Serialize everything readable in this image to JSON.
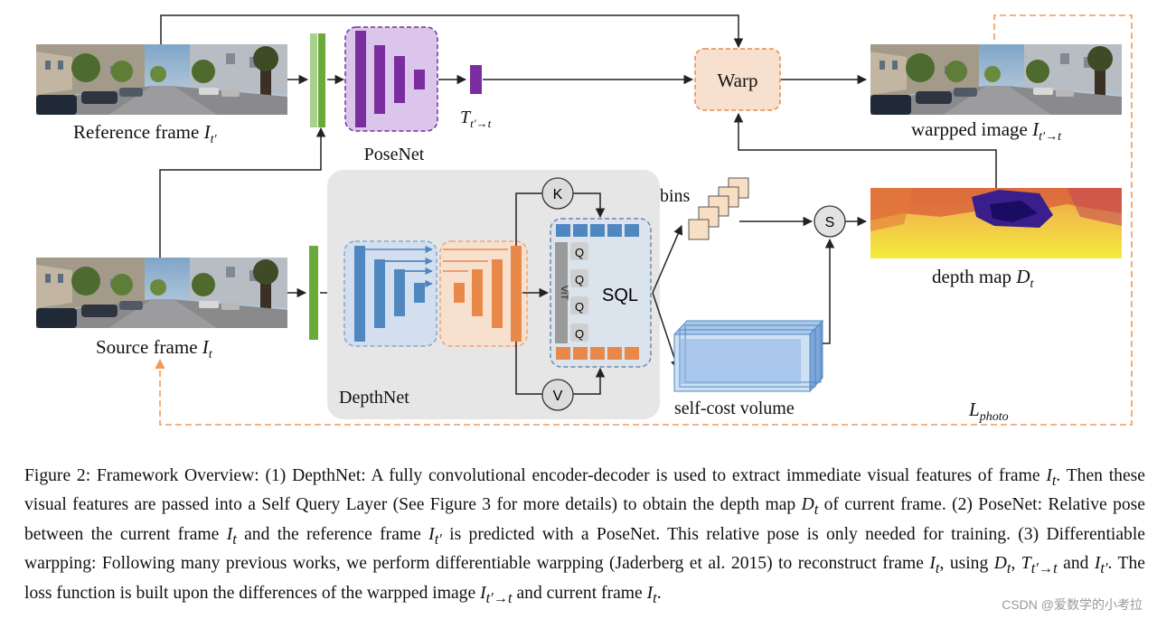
{
  "diagram": {
    "reference_label_text": "Reference frame ",
    "reference_label_sym": "I",
    "reference_label_sub": "t′",
    "source_label_text": "Source frame ",
    "source_label_sym": "I",
    "source_label_sub": "t",
    "posenet_label": "PoseNet",
    "pose_symbol": "T",
    "pose_sub": "t′→t",
    "warp_label": "Warp",
    "warped_label_text": "warpped image ",
    "warped_label_sym": "I",
    "warped_label_sub": "t′→t",
    "depthnet_label": "DepthNet",
    "k_label": "K",
    "v_label": "V",
    "q_label": "Q",
    "vit_label": "ViT",
    "sql_label": "SQL",
    "bins_label": "bins",
    "s_label": "S",
    "cost_volume_label": "self-cost volume",
    "depth_label_text": "depth map ",
    "depth_label_sym": "D",
    "depth_label_sub": "t",
    "loss_sym": "L",
    "loss_sub": "photo"
  },
  "caption": {
    "p1": "Figure 2: Framework Overview: (1) DepthNet: A fully convolutional encoder-decoder is used to extract immediate visual features of frame ",
    "p2": ". Then these visual features are passed into a Self Query Layer (See Figure 3 for more details) to obtain the depth map ",
    "p3": " of current frame. (2) PoseNet: Relative pose between the current frame ",
    "p4": " and the reference frame ",
    "p5": " is predicted with a PoseNet. This relative pose is only needed for training. (3) Differentiable warpping: Following many previous works, we perform differentiable warpping (Jaderberg et al. 2015) to reconstruct frame ",
    "p6": ", using ",
    "p7": ", ",
    "p8": " and ",
    "p9": ". The loss function is built upon the differences of the warpped image ",
    "p10": " and current frame ",
    "p11": ".",
    "sym_It": "I",
    "sub_t": "t",
    "sym_Dt": "D",
    "sym_It_prime": "I",
    "sub_t_prime": "t′",
    "sym_T": "T",
    "sub_t_prime_to_t": "t′→t"
  },
  "watermark": "CSDN @爱数学的小考拉",
  "colors": {
    "green": "#6aaa3a",
    "light_green": "#a8d08a",
    "purple": "#7a2d9e",
    "purple_bg": "#dcc5ea",
    "blue": "#4f87c0",
    "blue_bg": "#d3dfee",
    "orange": "#e8894a",
    "orange_bg": "#f8e0cf",
    "gray_panel": "#e6e6e6",
    "loss_orange": "#ef9a5a"
  }
}
